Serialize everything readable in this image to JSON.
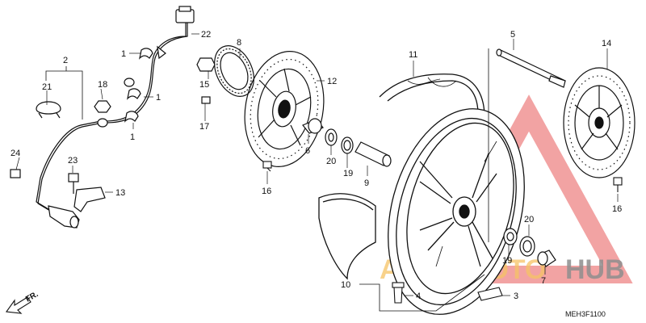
{
  "diagram_code": "MEH3F1100",
  "direction": "FR.",
  "watermark": {
    "part1": "AUTO",
    "part2": "MOTO",
    "part3": "HUB",
    "color_orange": "#f5b84a",
    "color_gray": "#7a7a7a",
    "color_red": "#e23a3a"
  },
  "callouts": [
    "1",
    "1",
    "1",
    "2",
    "3",
    "4",
    "5",
    "6",
    "7",
    "8",
    "9",
    "10",
    "11",
    "12",
    "13",
    "14",
    "15",
    "16",
    "16",
    "17",
    "18",
    "19",
    "19",
    "20",
    "20",
    "21",
    "22",
    "23",
    "24"
  ]
}
